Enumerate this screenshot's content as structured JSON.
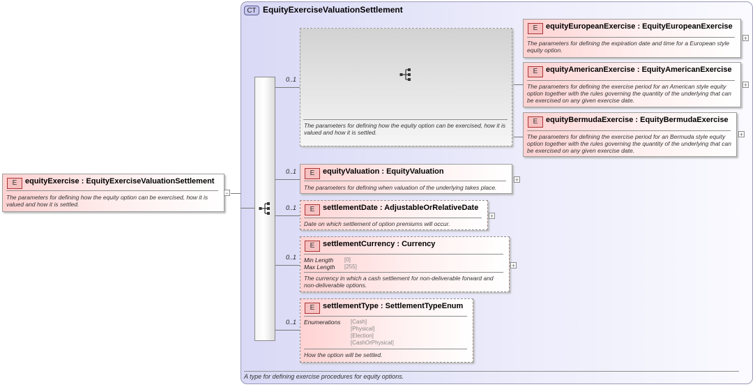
{
  "root": {
    "badge": "E",
    "name": "equityExercise",
    "type": "EquityExerciseValuationSettlement",
    "doc": "The parameters for defining how the equity option can be exercised, how it is valued and how it is settled.",
    "toggle": "−"
  },
  "complex_type": {
    "badge": "CT",
    "name": "EquityExerciseValuationSettlement",
    "doc": "A type for defining exercise procedures for equity options."
  },
  "choice_group": {
    "cardinality": "0..1",
    "doc": "The parameters for defining how the equity option can be exercised, how it is valued and how it is settled.",
    "items": [
      {
        "badge": "E",
        "name": "equityEuropeanExercise",
        "type": "EquityEuropeanExercise",
        "doc": "The parameters for defining the expiration date and time for a European style equity option.",
        "toggle": "+"
      },
      {
        "badge": "E",
        "name": "equityAmericanExercise",
        "type": "EquityAmericanExercise",
        "doc": "The parameters for defining the exercise period for an American style equity option together with the rules governing the quantity of the underlying that can be exercised on any given exercise date.",
        "toggle": "+"
      },
      {
        "badge": "E",
        "name": "equityBermudaExercise",
        "type": "EquityBermudaExercise",
        "doc": "The parameters for defining the exercise period for an Bermuda style equity option together with the rules governing the quantity of the underlying that can be exercised on any given exercise date.",
        "toggle": "+"
      }
    ]
  },
  "elements": [
    {
      "cardinality": "0..1",
      "badge": "E",
      "name": "equityValuation",
      "type": "EquityValuation",
      "doc": "The parameters for defining when valuation of the underlying takes place.",
      "toggle": "+"
    },
    {
      "cardinality": "0..1",
      "badge": "E",
      "name": "settlementDate",
      "type": "AdjustableOrRelativeDate",
      "doc": "Date on which settlement of option premiums will occur.",
      "toggle": "+"
    },
    {
      "cardinality": "0..1",
      "badge": "E",
      "name": "settlementCurrency",
      "type": "Currency",
      "facets": [
        {
          "label": "Min Length",
          "value": "[0]"
        },
        {
          "label": "Max Length",
          "value": "[255]"
        }
      ],
      "doc": "The currency in which a cash settlement for non-deliverable forward and non-deliverable options.",
      "toggle": "+"
    },
    {
      "cardinality": "0..1",
      "badge": "E",
      "name": "settlementType",
      "type": "SettlementTypeEnum",
      "enum_label": "Enumerations",
      "enumerations": [
        "[Cash]",
        "[Physical]",
        "[Election]",
        "[CashOrPhysical]"
      ],
      "doc": "How the option will be settled."
    }
  ]
}
